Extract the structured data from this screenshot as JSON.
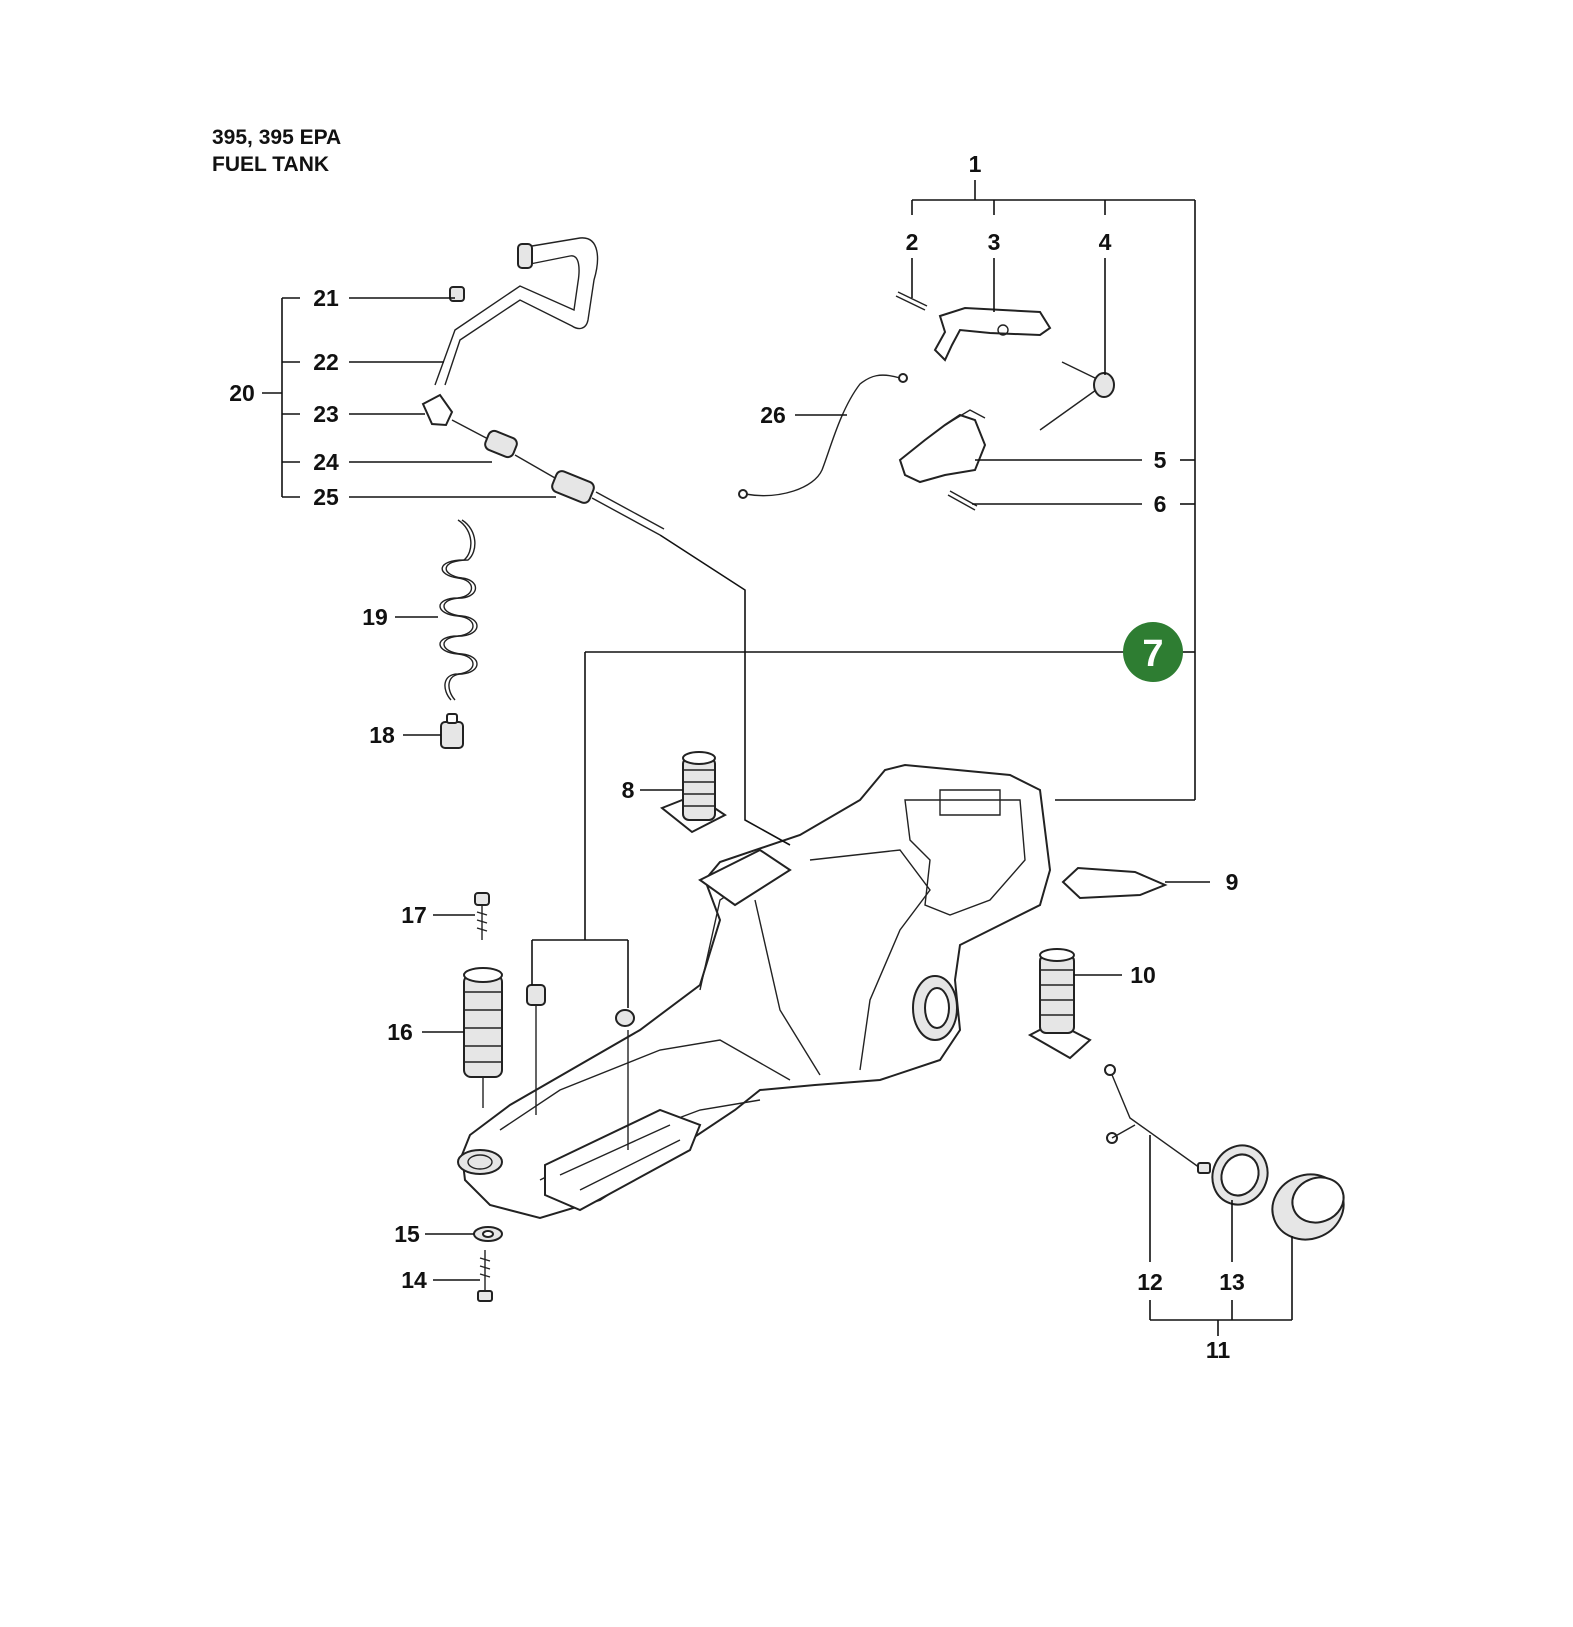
{
  "header": {
    "model": "395, 395 EPA",
    "section": "FUEL TANK"
  },
  "highlight": {
    "label": "7",
    "color": "#2e7d32",
    "text_color": "#ffffff"
  },
  "callouts": {
    "c1": "1",
    "c2": "2",
    "c3": "3",
    "c4": "4",
    "c5": "5",
    "c6": "6",
    "c8": "8",
    "c9": "9",
    "c10": "10",
    "c11": "11",
    "c12": "12",
    "c13": "13",
    "c14": "14",
    "c15": "15",
    "c16": "16",
    "c17": "17",
    "c18": "18",
    "c19": "19",
    "c20": "20",
    "c21": "21",
    "c22": "22",
    "c23": "23",
    "c24": "24",
    "c25": "25",
    "c26": "26"
  }
}
